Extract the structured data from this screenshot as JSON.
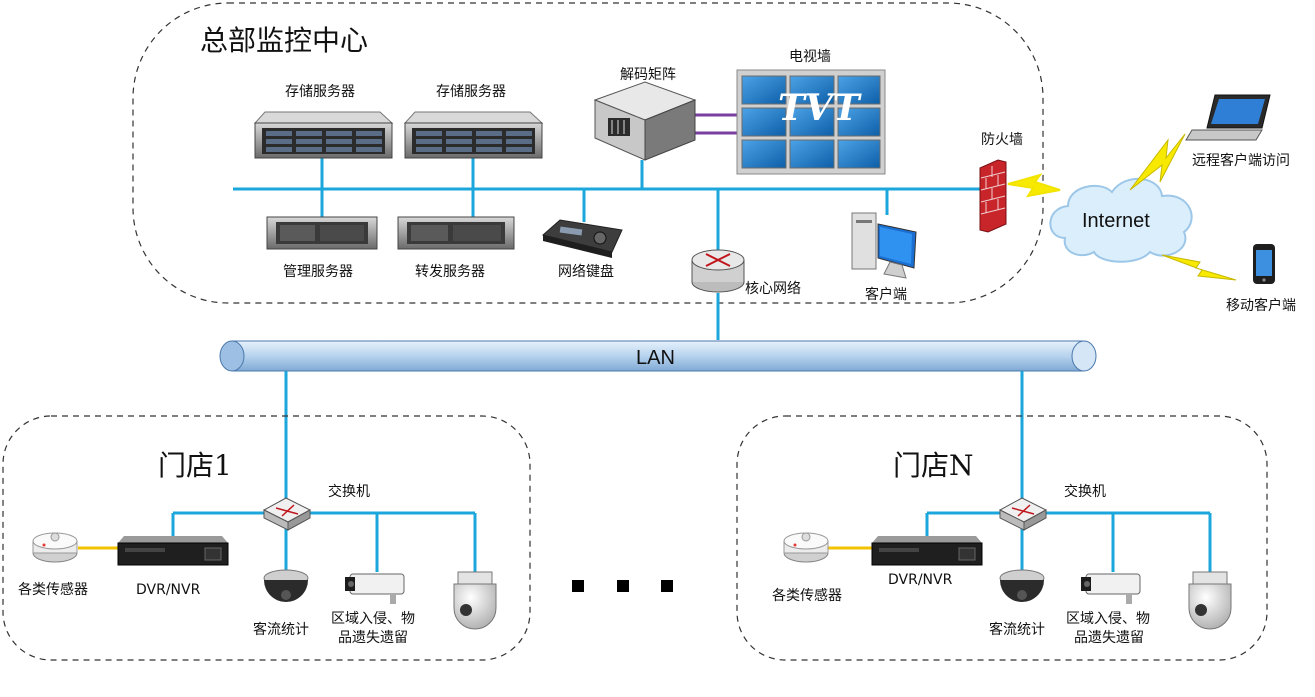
{
  "hq": {
    "title": "总部监控中心",
    "storage_1": "存储服务器",
    "storage_2": "存储服务器",
    "decoder": "解码矩阵",
    "tv_wall": "电视墙",
    "tv_logo": "TVT",
    "firewall": "防火墙",
    "mgmt_server": "管理服务器",
    "forward_server": "转发服务器",
    "keyboard": "网络键盘",
    "core_network": "核心网络",
    "client": "客户端"
  },
  "internet": {
    "label": "Internet",
    "remote_client": "远程客户端访问",
    "mobile_client": "移动客户端"
  },
  "lan": {
    "label": "LAN"
  },
  "store1": {
    "title": "门店1",
    "switch": "交换机",
    "sensor": "各类传感器",
    "recorder": "DVR/NVR",
    "people_count": "客流统计",
    "intrusion_line1": "区域入侵、物",
    "intrusion_line2": "品遗失遗留"
  },
  "storeN": {
    "title": "门店N",
    "switch": "交换机",
    "sensor": "各类传感器",
    "recorder": "DVR/NVR",
    "people_count": "客流统计",
    "intrusion_line1": "区域入侵、物",
    "intrusion_line2": "品遗失遗留"
  },
  "colors": {
    "network_line": "#1ba7dc",
    "lan_pipe": "#b9d5ee",
    "alarm_line": "#f2c200"
  }
}
